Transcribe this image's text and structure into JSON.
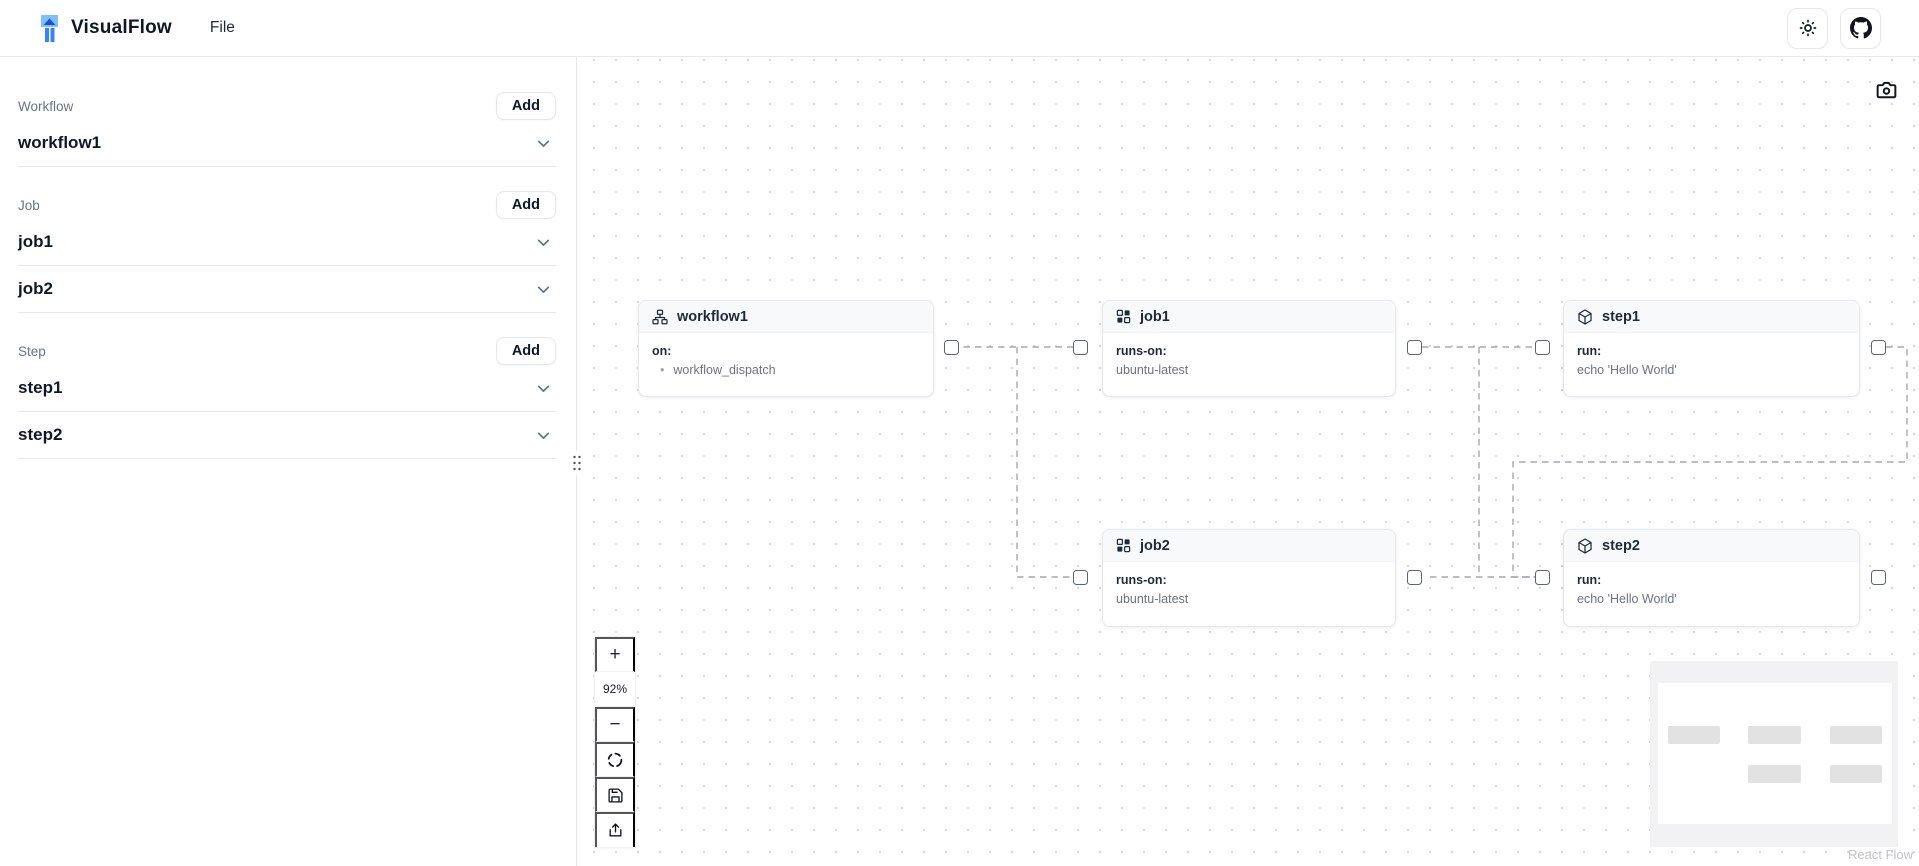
{
  "header": {
    "brand": "VisualFlow",
    "menu_file": "File",
    "theme_icon": "sun-icon",
    "repo_icon": "github-icon"
  },
  "sidebar": {
    "sections": [
      {
        "label": "Workflow",
        "add_label": "Add",
        "items": [
          {
            "name": "workflow1"
          }
        ]
      },
      {
        "label": "Job",
        "add_label": "Add",
        "items": [
          {
            "name": "job1"
          },
          {
            "name": "job2"
          }
        ]
      },
      {
        "label": "Step",
        "add_label": "Add",
        "items": [
          {
            "name": "step1"
          },
          {
            "name": "step2"
          }
        ]
      }
    ]
  },
  "canvas": {
    "screenshot_icon": "camera-icon",
    "controls": {
      "zoom_in": "+",
      "zoom_level": "92%",
      "zoom_out": "−",
      "fit_view_icon": "fit-view-icon",
      "save_icon": "save-icon",
      "upload_icon": "upload-icon"
    },
    "nodes": [
      {
        "title": "workflow1",
        "icon": "workflow-icon",
        "field_label": "on:",
        "field_value": "workflow_dispatch"
      },
      {
        "title": "job1",
        "icon": "job-grid-icon",
        "field_label": "runs-on:",
        "field_value": "ubuntu-latest"
      },
      {
        "title": "job2",
        "icon": "job-grid-icon",
        "field_label": "runs-on:",
        "field_value": "ubuntu-latest"
      },
      {
        "title": "step1",
        "icon": "step-cube-icon",
        "field_label": "run:",
        "field_value": "echo 'Hello World'"
      },
      {
        "title": "step2",
        "icon": "step-cube-icon",
        "field_label": "run:",
        "field_value": "echo 'Hello World'"
      }
    ],
    "attribution": "React Flow"
  },
  "colors": {
    "accent_blue": "#3b82f6",
    "logo_light_blue": "#7cc0f5",
    "node_header_bg": "#f7f9fb",
    "node_border": "#e2e8f0",
    "edge_gray": "#a4a8af",
    "text_dark": "#0f172a",
    "text_muted": "#6b7280"
  }
}
